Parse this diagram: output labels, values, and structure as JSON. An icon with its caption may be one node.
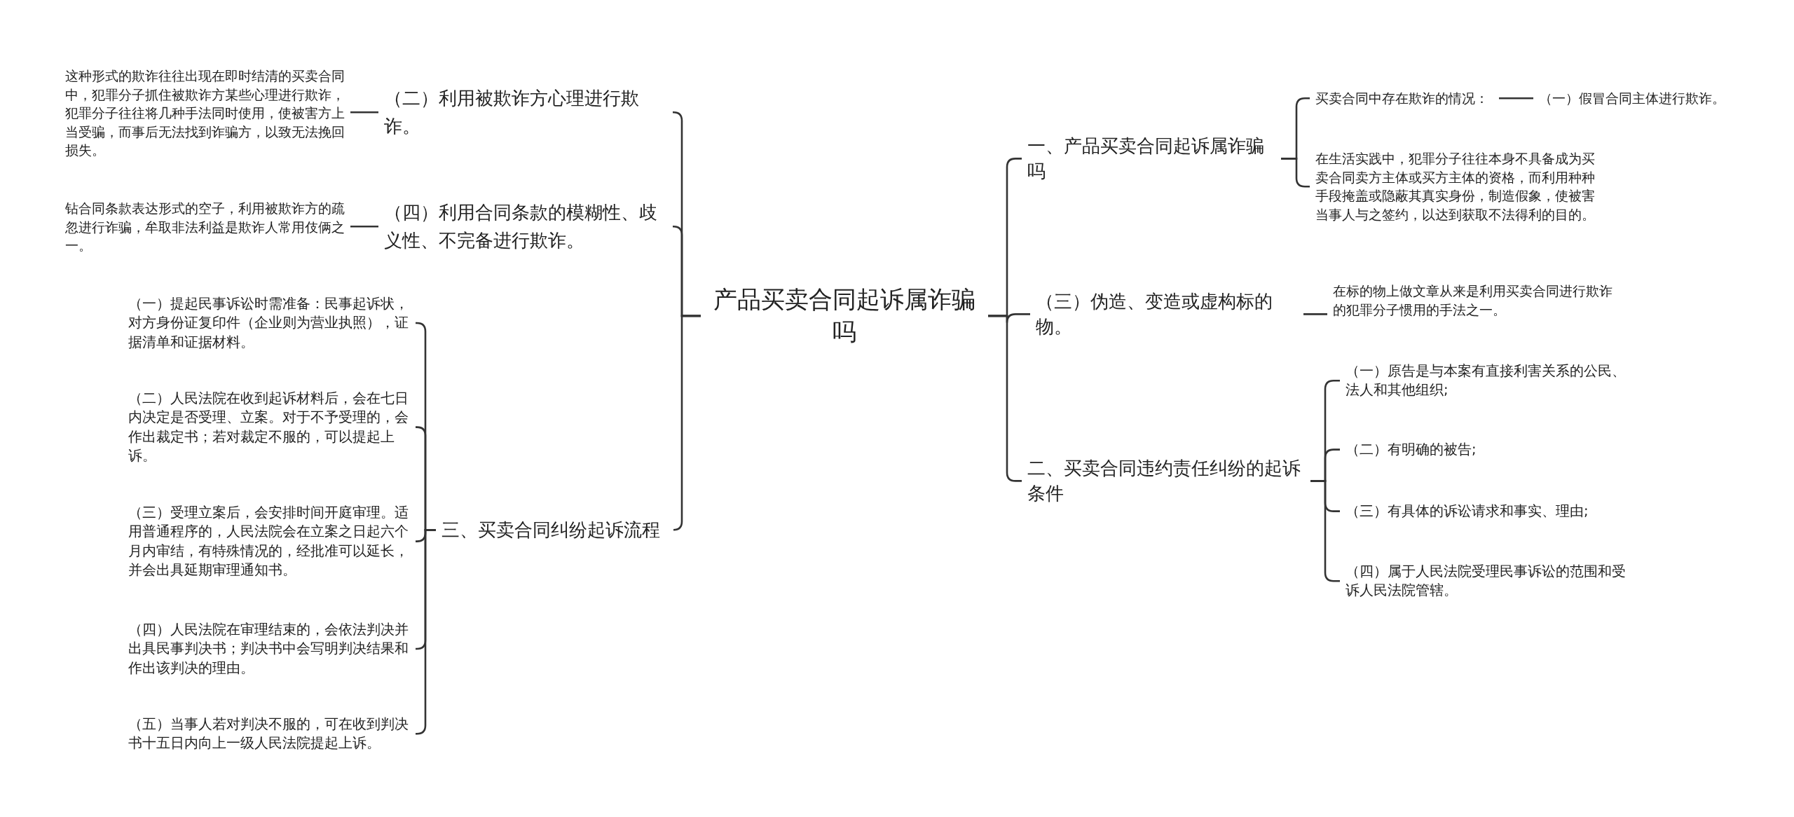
{
  "diagram": {
    "nodes": [
      {
        "text": [
          "产品买卖合同起诉属诈骗吗"
        ]
      },
      {
        "text": [
          "（二）利用被欺诈方心理进行欺诈。"
        ]
      },
      {
        "text": [
          "这种形式的欺诈往往出现在即时结清的买卖合同中，犯罪分子抓住被欺诈方某些心理进行欺诈，犯罪分子往往将几种手法同时使用，使被害方上当受骗，而事后无法找到诈骗方，以致无法挽回损失。"
        ]
      },
      {
        "text": [
          "（四）利用合同条款的模糊性、歧义性、不完备进行欺诈。"
        ]
      },
      {
        "text": [
          "钻合同条款表达形式的空子，利用被欺诈方的疏忽进行诈骗，牟取非法利益是欺诈人常用伎俩之一。"
        ]
      },
      {
        "text": [
          "三、买卖合同纠纷起诉流程"
        ]
      },
      {
        "text": [
          "（一）提起民事诉讼时需准备：民事起诉状，对方身份证复印件（企业则为营业执照），证据清单和证据材料。"
        ]
      },
      {
        "text": [
          "（二）人民法院在收到起诉材料后，会在七日内决定是否受理、立案。对于不予受理的，会作出裁定书；若对裁定不服的，可以提起上诉。"
        ]
      },
      {
        "text": [
          "（三）受理立案后，会安排时间开庭审理。适用普通程序的，人民法院会在立案之日起六个月内审结，有特殊情况的，经批准可以延长，并会出具延期审理通知书。"
        ]
      },
      {
        "text": [
          "（四）人民法院在审理结束的，会依法判决并出具民事判决书；判决书中会写明判决结果和作出该判决的理由。"
        ]
      },
      {
        "text": [
          "（五）当事人若对判决不服的，可在收到判决书十五日内向上一级人民法院提起上诉。"
        ]
      },
      {
        "text": [
          "一、产品买卖合同起诉属诈骗吗"
        ]
      },
      {
        "text": [
          "买卖合同中存在欺诈的情况："
        ]
      },
      {
        "text": [
          "（一）假冒合同主体进行欺诈。"
        ]
      },
      {
        "text": [
          "在生活实践中，犯罪分子往往本身不具备成为买卖合同卖方主体或买方主体的资格，而利用种种手段掩盖或隐蔽其真实身份，制造假象，使被害当事人与之签约，以达到获取不法得利的目的。"
        ]
      },
      {
        "text": [
          "（三）伪造、变造或虚构标的物。"
        ]
      },
      {
        "text": [
          "在标的物上做文章从来是利用买卖合同进行欺诈的犯罪分子惯用的手法之一。"
        ]
      },
      {
        "text": [
          "二、买卖合同违约责任纠纷的起诉条件"
        ]
      },
      {
        "text": [
          "（一）原告是与本案有直接利害关系的公民、法人和其他组织;"
        ]
      },
      {
        "text": [
          "（二）有明确的被告;"
        ]
      },
      {
        "text": [
          "（三）有具体的诉讼请求和事实、理由;"
        ]
      },
      {
        "text": [
          "（四）属于人民法院受理民事诉讼的范围和受诉人民法院管辖。"
        ]
      }
    ],
    "edges": [
      {
        "from": 0,
        "to": 1,
        "arrow": "none"
      },
      {
        "from": 1,
        "to": 2,
        "arrow": "none"
      },
      {
        "from": 0,
        "to": 3,
        "arrow": "none"
      },
      {
        "from": 3,
        "to": 4,
        "arrow": "none"
      },
      {
        "from": 0,
        "to": 5,
        "arrow": "none"
      },
      {
        "from": 5,
        "to": 6,
        "arrow": "none"
      },
      {
        "from": 5,
        "to": 7,
        "arrow": "none"
      },
      {
        "from": 5,
        "to": 8,
        "arrow": "none"
      },
      {
        "from": 5,
        "to": 9,
        "arrow": "none"
      },
      {
        "from": 5,
        "to": 10,
        "arrow": "none"
      },
      {
        "from": 0,
        "to": 11,
        "arrow": "none"
      },
      {
        "from": 11,
        "to": 12,
        "arrow": "none"
      },
      {
        "from": 12,
        "to": 13,
        "arrow": "none"
      },
      {
        "from": 11,
        "to": 14,
        "arrow": "none"
      },
      {
        "from": 0,
        "to": 15,
        "arrow": "none"
      },
      {
        "from": 15,
        "to": 16,
        "arrow": "none"
      },
      {
        "from": 0,
        "to": 17,
        "arrow": "none"
      },
      {
        "from": 17,
        "to": 18,
        "arrow": "none"
      },
      {
        "from": 17,
        "to": 19,
        "arrow": "none"
      },
      {
        "from": 17,
        "to": 20,
        "arrow": "none"
      },
      {
        "from": 17,
        "to": 21,
        "arrow": "none"
      }
    ]
  }
}
